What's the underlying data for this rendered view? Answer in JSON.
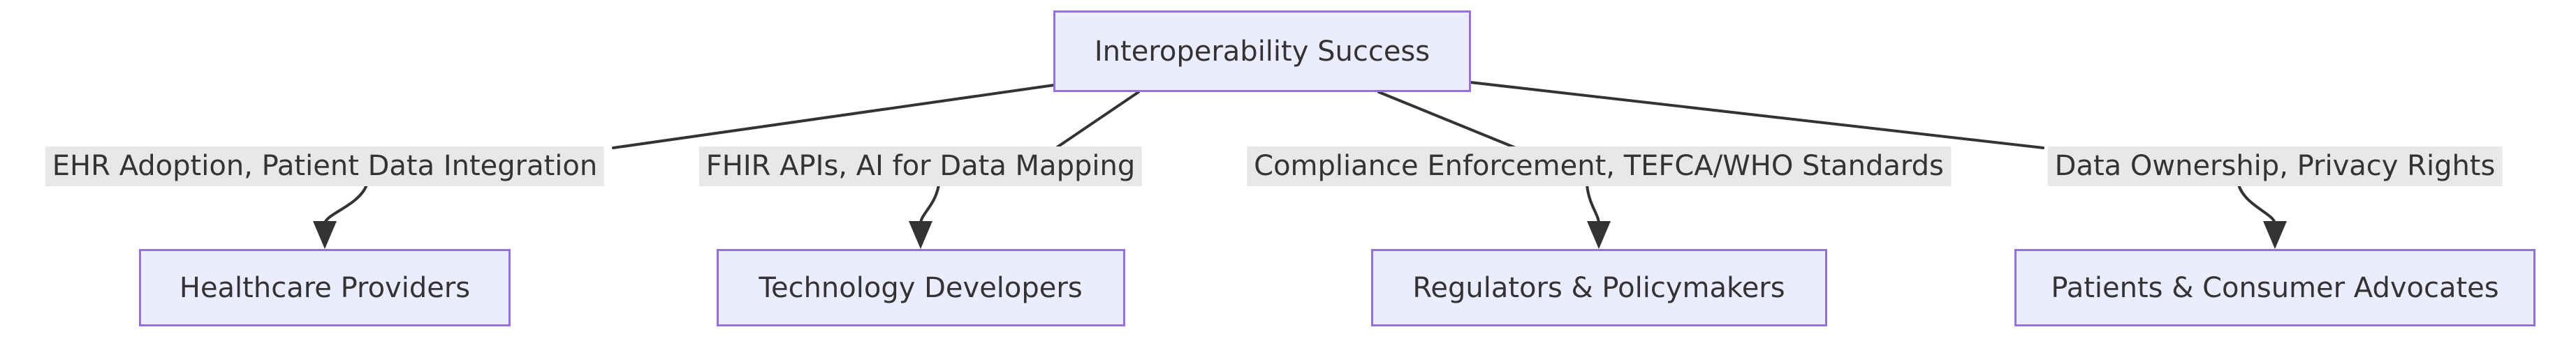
{
  "diagram": {
    "type": "flowchart-top-down",
    "root": {
      "label": "Interoperability Success"
    },
    "branches": [
      {
        "edge_label": "EHR Adoption, Patient Data Integration",
        "target": "Healthcare Providers"
      },
      {
        "edge_label": "FHIR APIs, AI for Data Mapping",
        "target": "Technology Developers"
      },
      {
        "edge_label": "Compliance Enforcement, TEFCA/WHO Standards",
        "target": "Regulators & Policymakers"
      },
      {
        "edge_label": "Data Ownership, Privacy Rights",
        "target": "Patients & Consumer Advocates"
      }
    ],
    "colors": {
      "canvas_bg": "#ffffff",
      "node_fill": "#ECECFF",
      "node_border": "#9370DB",
      "node_text": "#333333",
      "edge_stroke": "#333333",
      "edge_label_bg": "#e8e8e8",
      "edge_label_text": "#333333"
    }
  }
}
